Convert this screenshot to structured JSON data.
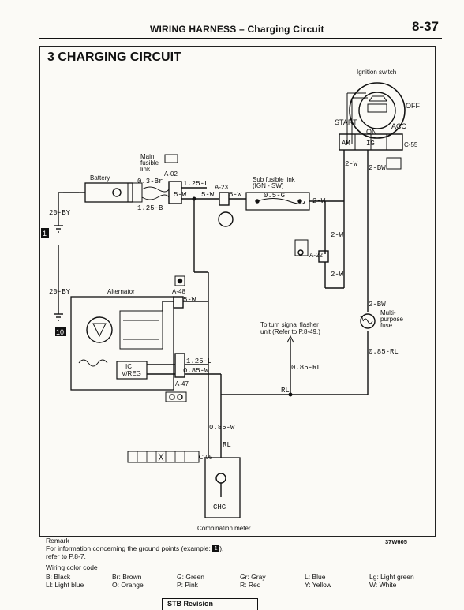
{
  "header": {
    "title": "WIRING HARNESS",
    "separator": " – ",
    "subtitle": "Charging Circuit",
    "page": "8-37"
  },
  "section_title": "3 CHARGING CIRCUIT",
  "diagram": {
    "ignition_switch": "Ignition switch",
    "off": "OFF",
    "start": "START",
    "on": "ON",
    "acc": "ACC",
    "am": "AM",
    "ig": "IG",
    "c55": "C-55",
    "main_fusible_link": "Main",
    "main_fusible_link_2": "fusible",
    "main_fusible_link_3": "link",
    "a02": "A-02",
    "battery": "Battery",
    "w_03br": "0.3-Br",
    "w_125l_top": "1.25-L",
    "w_125b": "1.25-B",
    "w_5w_a": "5-W",
    "w_5w_b": "5-W",
    "w_5w_c": "5-W",
    "a23": "A-23",
    "sub_fusible": "Sub fusible link",
    "sub_fusible_2": "(IGN - SW)",
    "w_05g": "0.5-G",
    "w_2w_sub": "2-W",
    "w_2w_sw": "2-W",
    "w_2bw_sw": "2-BW",
    "w_2w_a22": "2-W",
    "w_2w_a22b": "2-W",
    "a22": "A-22",
    "w_20by_top": "20-BY",
    "w_20by_bot": "20-BY",
    "ground_1": "1",
    "ground_10": "10",
    "alternator": "Alternator",
    "a48": "A-48",
    "w_5w_alt": "5-W",
    "w_2bw_fuse": "2-BW",
    "multi_fuse_num": "3",
    "multi_fuse": "Multi-",
    "multi_fuse_2": "purpose",
    "multi_fuse_3": "fuse",
    "turn_signal": "To turn signal flasher",
    "turn_signal_2": "unit (Refer to P.8-49.)",
    "w_085rl_mid": "0.85-RL",
    "w_085rl_right": "0.85-RL",
    "w_125l_alt": "1.25-L",
    "w_085w_alt": "0.85-W",
    "ic": "IC",
    "vreg": "V/REG",
    "a47": "A-47",
    "rl": "RL",
    "w_085w_meter": "0.85-W",
    "rl_meter": "RL",
    "c05": "C-05",
    "chg": "CHG",
    "combination_meter": "Combination meter"
  },
  "remark": {
    "title": "Remark",
    "line1_pre": "For information concerning the ground points (example:",
    "line1_badge": "1",
    "line1_post": "),",
    "line2": "refer to P.8-7.",
    "code": "37W605"
  },
  "legend": {
    "title": "Wiring color code",
    "items": [
      "B: Black",
      "Br: Brown",
      "G: Green",
      "Gr: Gray",
      "L: Blue",
      "Lg: Light green",
      "Ll: Light blue",
      "O: Orange",
      "P: Pink",
      "R: Red",
      "Y: Yellow",
      "W: White"
    ]
  },
  "footer": {
    "label": "STB Revision"
  }
}
